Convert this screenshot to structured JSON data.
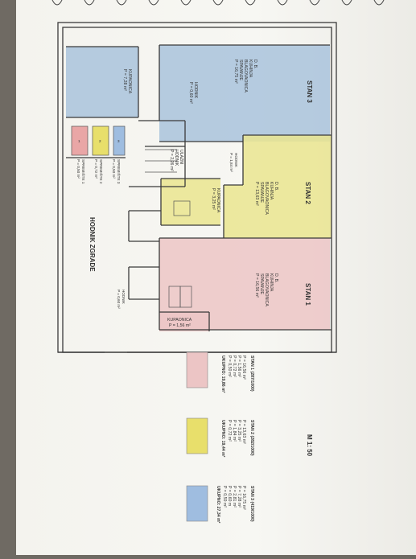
{
  "scale_label": "M 1: 50",
  "corridor_label": "HODNIK ZGRADE",
  "apartments": [
    {
      "title": "STAN 3",
      "room_lines": [
        "D. B.",
        "KUHINJA",
        "BLAGOVAONICA",
        "SPAVANJE"
      ],
      "area": "P = 16,75 m²",
      "color": "#a9c3dc",
      "legend": {
        "heading": "STAN 3  (419/1000)",
        "values": [
          "P = 16,75 m²",
          "P = 7,28 m²",
          "P = 2,81 m²",
          "P = 0,60 m",
          "P = 0,50 m²"
        ],
        "total": "UKUPNO:  27,34 m²"
      }
    },
    {
      "title": "STAN 2",
      "room_lines": [
        "D. B.",
        "KUHINJA",
        "BLAGOVAONICA",
        "SPAVANJE"
      ],
      "area": "P = 13,63 m²",
      "color": "#eae58f",
      "legend": {
        "heading": "STAN 2  (282/1000)",
        "values": [
          "P = 13,63 m²",
          "P = 3,25 m²",
          "P = 1,84 m²",
          "P = 0,72 m²"
        ],
        "total": "UKUPNO:  19,44 m²"
      }
    },
    {
      "title": "STAN 1",
      "room_lines": [
        "D. B.",
        "KUHINJA",
        "BLAGOVAONICA",
        "SPAVANJE"
      ],
      "area": "P = 16,56 m²",
      "color": "#ecc5c5",
      "legend": {
        "heading": "STAN 1  (287/1000)",
        "values": [
          "P = 16,56 m²",
          "P = 1,56 m²",
          "P = 0,72 m²",
          "P = 0,50 m²"
        ],
        "total": "UKUPNO:  19,86 m²"
      }
    }
  ],
  "rooms": {
    "kupaonica3": {
      "name": "KUPAONICA",
      "area": "P = 7,28 m²"
    },
    "hodnik3": {
      "name": "HODNIK",
      "area": "P = 0,60 m²"
    },
    "ulazni_hodnik": {
      "name1": "ULAZNI",
      "name2": "HODNIK",
      "area": "P = 2,26 m²"
    },
    "hodnik2": {
      "name": "HODNIK",
      "area": "P = 1,84 m²"
    },
    "kupaonica2": {
      "name": "KUPAONICA",
      "area": "P = 3,25 m²"
    },
    "kupaonica1": {
      "name": "KUPAONICA",
      "area": "P = 1,56 m²"
    },
    "hodnik1": {
      "name": "HODNIK",
      "area": "P = 0,60 m²"
    }
  },
  "storage": [
    {
      "number": "1",
      "label": "SPREMIŠTE 1",
      "area": "P = 0,50 m²",
      "color": "#e9a6a6"
    },
    {
      "number": "2",
      "label": "SPREMIŠTE 2",
      "area": "P = 0,72 m²",
      "color": "#e8df6b"
    },
    {
      "number": "3",
      "label": "SPREMIŠTE 3",
      "area": "P = 0,50 m²",
      "color": "#9fbde0"
    }
  ]
}
